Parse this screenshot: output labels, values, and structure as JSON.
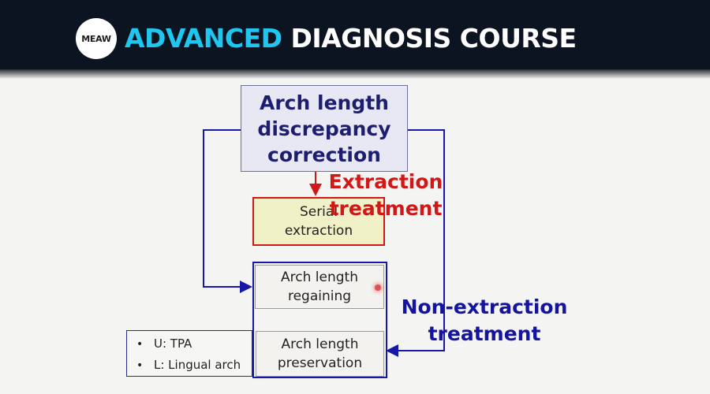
{
  "header": {
    "logo_text": "MEAW",
    "title_accent": "ADVANCED",
    "title_main": " DIAGNOSIS COURSE",
    "background": "#0b1420",
    "accent_color": "#1fc6ef"
  },
  "diagram": {
    "main_box": "Arch length\ndiscrepancy\ncorrection",
    "serial_extraction": "Serial\nextraction",
    "arch_length_regaining": "Arch length\nregaining",
    "arch_length_preservation": "Arch length\npreservation",
    "extraction_label": "Extraction\ntreatment",
    "non_extraction_label": "Non-extraction\ntreatment",
    "appliances": [
      "U: TPA",
      "L: Lingual arch"
    ],
    "colors": {
      "extraction": "#d01818",
      "non_extraction": "#14149e",
      "main_text": "#1d1f6e"
    }
  }
}
